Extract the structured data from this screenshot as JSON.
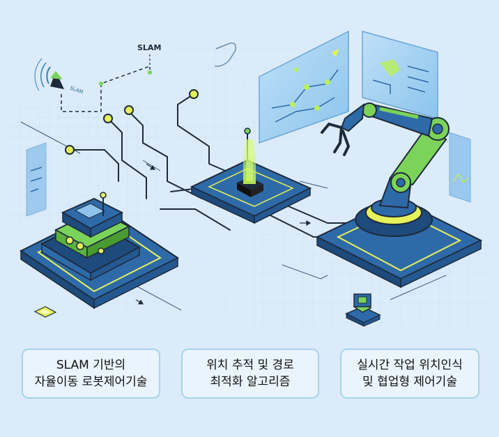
{
  "diagram": {
    "slam_label": "SLAM",
    "slam_small_label": "SLAM"
  },
  "captions": [
    {
      "line1": "SLAM 기반의",
      "line2": "자율이동 로봇제어기술"
    },
    {
      "line1": "위치 추적 및 경로",
      "line2": "최적화 알고리즘"
    },
    {
      "line1": "실시간 작업 위치인식",
      "line2": "및 협업형 제어기술"
    }
  ],
  "colors": {
    "background": "#dcebfa",
    "platform": "#2f6aa8",
    "platform_dark": "#1e4a7c",
    "accent_green": "#7bd35a",
    "accent_yellow": "#e6f25a",
    "line_dark": "#1d2a3a",
    "caption_border": "#a9d2ec"
  }
}
